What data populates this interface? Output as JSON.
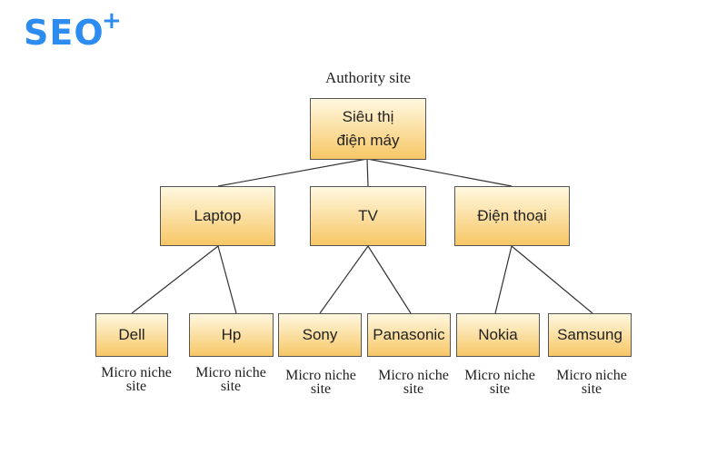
{
  "logo": {
    "text": "SEO",
    "plus": "+",
    "color": "#2d8cf0"
  },
  "colors": {
    "box_top": "#fff8e0",
    "box_bottom": "#f7c766",
    "line": "#333333"
  },
  "root": {
    "label": "Authority site",
    "line1": "Siêu thị",
    "line2": "điện máy"
  },
  "categories": [
    {
      "label": "Laptop"
    },
    {
      "label": "TV"
    },
    {
      "label": "Điện thoại"
    }
  ],
  "leaves": [
    {
      "label": "Dell",
      "caption1": "Micro niche",
      "caption2": "site"
    },
    {
      "label": "Hp",
      "caption1": "Micro niche",
      "caption2": "site"
    },
    {
      "label": "Sony",
      "caption1": "Micro niche",
      "caption2": "site"
    },
    {
      "label": "Panasonic",
      "caption1": "Micro niche",
      "caption2": "site"
    },
    {
      "label": "Nokia",
      "caption1": "Micro niche",
      "caption2": "site"
    },
    {
      "label": "Samsung",
      "caption1": "Micro niche",
      "caption2": "site"
    }
  ]
}
